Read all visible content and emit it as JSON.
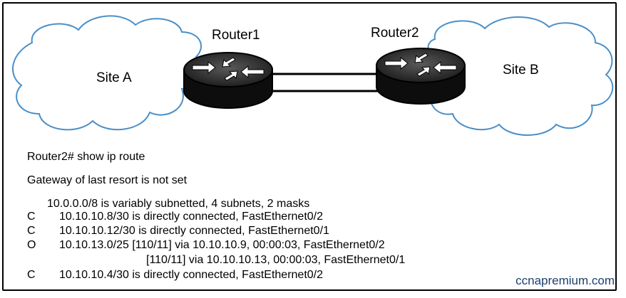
{
  "diagram": {
    "site_a": "Site A",
    "site_b": "Site B",
    "router1": "Router1",
    "router2": "Router2"
  },
  "cli": {
    "command": "Router2# show ip route",
    "gateway": "Gateway of last resort is not set",
    "summary": "10.0.0.0/8 is variably subnetted, 4 subnets, 2 masks",
    "routes": [
      {
        "code": "C",
        "text": "10.10.10.8/30 is directly connected, FastEthernet0/2"
      },
      {
        "code": "C",
        "text": "10.10.10.12/30 is directly connected, FastEthernet0/1"
      },
      {
        "code": "O",
        "text": "10.10.13.0/25 [110/11] via 10.10.10.9, 00:00:03, FastEthernet0/2"
      },
      {
        "code": "",
        "text": "[110/11] via 10.10.10.13, 00:00:03, FastEthernet0/1"
      },
      {
        "code": "C",
        "text": "10.10.10.4/30 is directly connected, FastEthernet0/2"
      }
    ]
  },
  "watermark": "ccnapremium.com",
  "colors": {
    "cloud_stroke": "#4a8fc8",
    "router_body": "#111111",
    "watermark": "#1b3f6b"
  }
}
